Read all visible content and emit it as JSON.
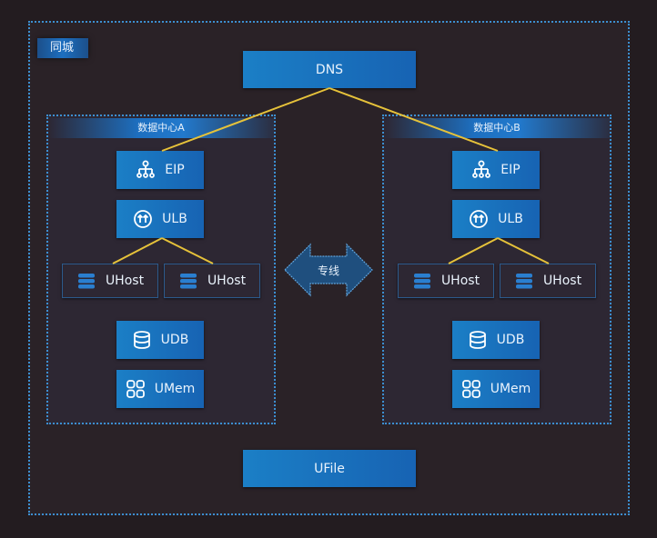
{
  "region": {
    "label": "同城"
  },
  "dns": {
    "label": "DNS"
  },
  "ufile": {
    "label": "UFile"
  },
  "private_line": {
    "label": "专线"
  },
  "data_centers": [
    {
      "title": "数据中心A",
      "eip": {
        "label": "EIP",
        "icon": "network-tree-icon"
      },
      "ulb": {
        "label": "ULB",
        "icon": "load-balancer-icon"
      },
      "hosts": [
        {
          "label": "UHost",
          "icon": "server-stack-icon"
        },
        {
          "label": "UHost",
          "icon": "server-stack-icon"
        }
      ],
      "udb": {
        "label": "UDB",
        "icon": "database-icon"
      },
      "umem": {
        "label": "UMem",
        "icon": "grid-icon"
      }
    },
    {
      "title": "数据中心B",
      "eip": {
        "label": "EIP",
        "icon": "network-tree-icon"
      },
      "ulb": {
        "label": "ULB",
        "icon": "load-balancer-icon"
      },
      "hosts": [
        {
          "label": "UHost",
          "icon": "server-stack-icon"
        },
        {
          "label": "UHost",
          "icon": "server-stack-icon"
        }
      ],
      "udb": {
        "label": "UDB",
        "icon": "database-icon"
      },
      "umem": {
        "label": "UMem",
        "icon": "grid-icon"
      }
    }
  ],
  "colors": {
    "background": "#231c20",
    "box_blue": "#1b7fc6",
    "border_dotted": "#3c8fd0",
    "connector": "#e6c23a"
  }
}
